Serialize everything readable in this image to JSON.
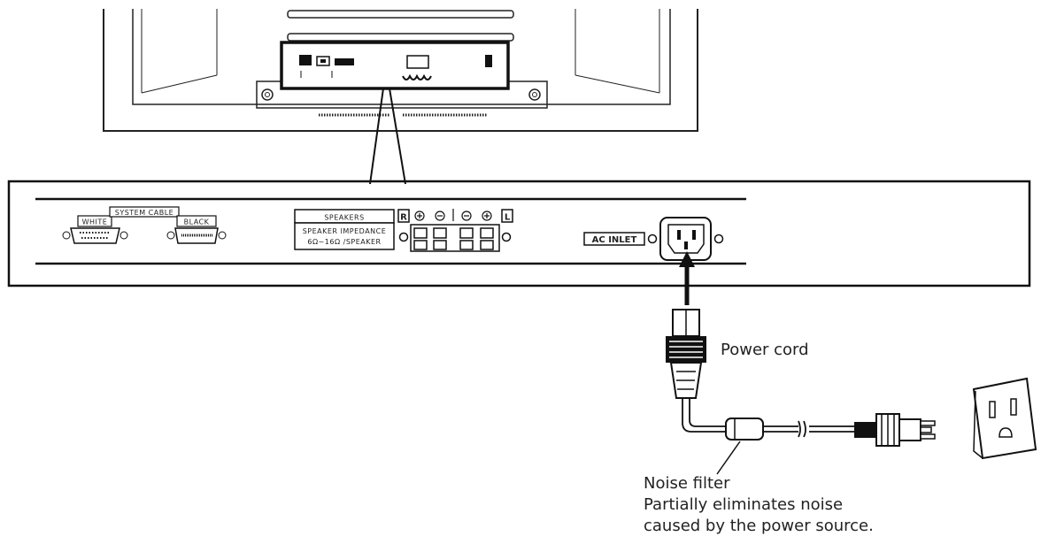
{
  "panel": {
    "system_cable": "SYSTEM CABLE",
    "white": "WHITE",
    "black": "BLACK",
    "speakers": "SPEAKERS",
    "speaker_impedance": "SPEAKER IMPEDANCE",
    "speaker_ohms": "6Ω~16Ω /SPEAKER",
    "right": "R",
    "left": "L",
    "ac_inlet": "AC INLET"
  },
  "labels": {
    "power_cord": "Power cord",
    "noise_filter": "Noise filter",
    "noise_desc_1": "Partially eliminates noise",
    "noise_desc_2": "caused by the power source."
  }
}
